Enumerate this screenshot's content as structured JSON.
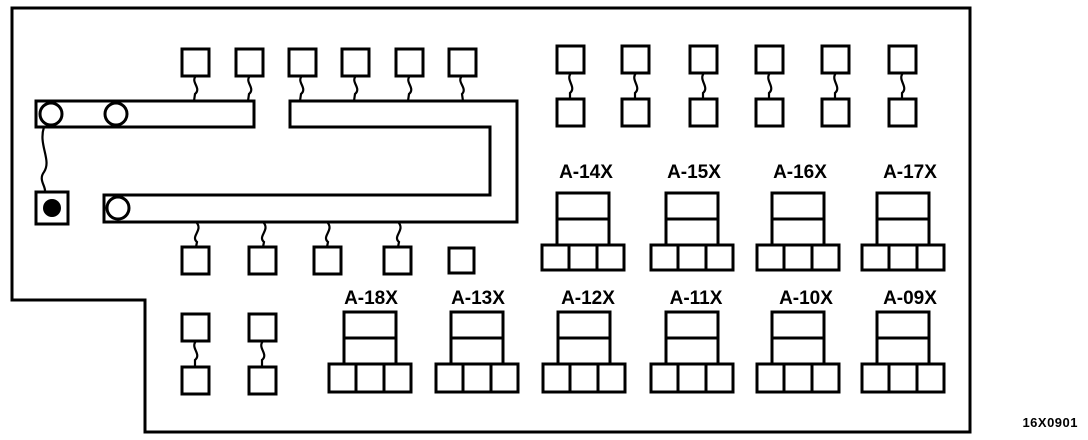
{
  "relay_labels_top": [
    "A-14X",
    "A-15X",
    "A-16X",
    "A-17X"
  ],
  "relay_labels_bottom": [
    "A-18X",
    "A-13X",
    "A-12X",
    "A-11X",
    "A-10X",
    "A-09X"
  ],
  "figure_code": "16X0901"
}
